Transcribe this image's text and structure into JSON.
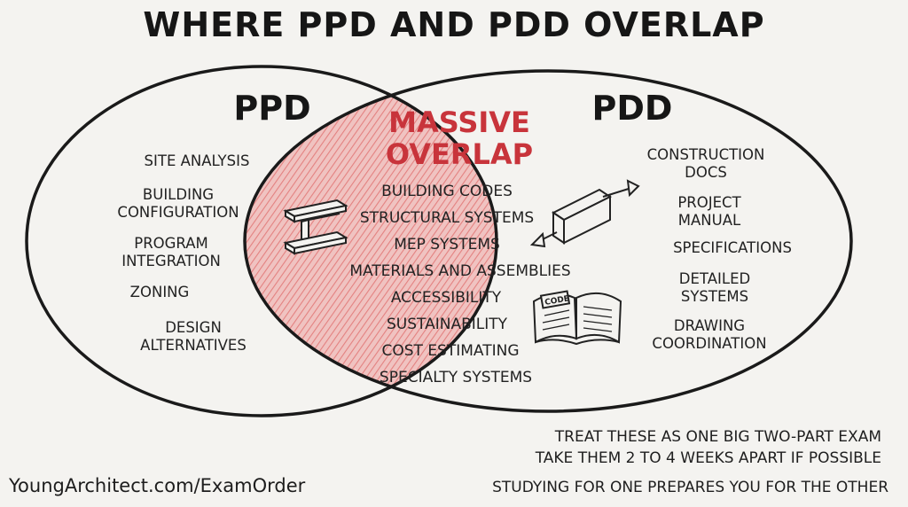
{
  "title": "WHERE PPD AND PDD OVERLAP",
  "left_circle": {
    "heading": "PPD",
    "items": [
      "SITE ANALYSIS",
      "BUILDING\nCONFIGURATION",
      "PROGRAM\nINTEGRATION",
      "ZONING",
      "DESIGN\nALTERNATIVES"
    ]
  },
  "right_circle": {
    "heading": "PDD",
    "items": [
      "CONSTRUCTION\nDOCS",
      "PROJECT\nMANUAL",
      "SPECIFICATIONS",
      "DETAILED\nSYSTEMS",
      "DRAWING\nCOORDINATION"
    ]
  },
  "overlap": {
    "heading": "MASSIVE\nOVERLAP",
    "items": [
      "BUILDING CODES",
      "STRUCTURAL SYSTEMS",
      "MEP SYSTEMS",
      "MATERIALS AND ASSEMBLIES",
      "ACCESSIBILITY",
      "SUSTAINABILITY",
      "COST ESTIMATING",
      "SPECIALTY SYSTEMS"
    ]
  },
  "icons": {
    "left": "steel-i-beam-icon",
    "right": "duct-airflow-icon",
    "book": "code-book-icon",
    "book_label": "CODE"
  },
  "notes": [
    "TREAT THESE AS ONE BIG TWO-PART EXAM",
    "TAKE THEM 2 TO 4 WEEKS APART IF POSSIBLE",
    "STUDYING FOR ONE PREPARES YOU FOR THE OTHER"
  ],
  "credit": "YoungArchitect.com/ExamOrder",
  "colors": {
    "accent": "#c8343b",
    "overlap_fill": "#e26d6d",
    "ink": "#1a1a1a",
    "background": "#f4f3f0"
  }
}
